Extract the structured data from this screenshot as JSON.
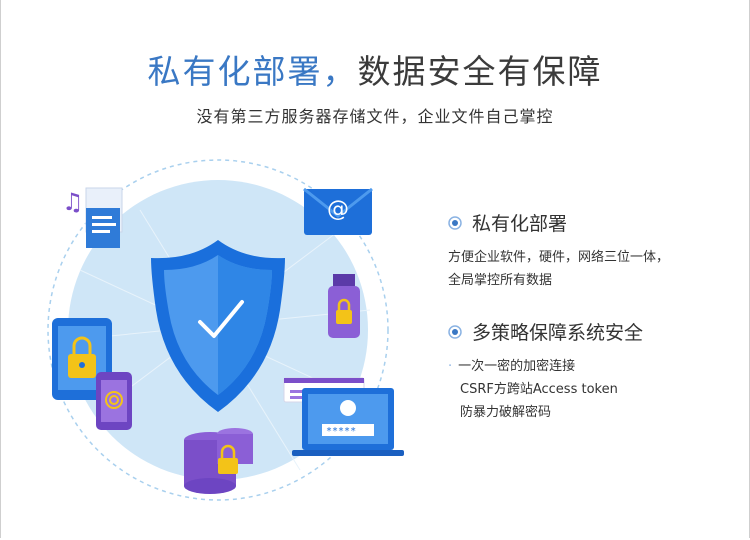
{
  "header": {
    "title_part1": "私有化部署，",
    "title_part2": "数据安全有保障",
    "subtitle": "没有第三方服务器存储文件，企业文件自己掌控"
  },
  "illustration": {
    "email_symbol": "@",
    "password_mask": "*****",
    "icons": [
      "music-file-icon",
      "email-icon",
      "shield-check-icon",
      "usb-lock-icon",
      "tablet-lock-icon",
      "phone-fingerprint-icon",
      "database-lock-icon",
      "laptop-login-icon"
    ]
  },
  "features": [
    {
      "title": "私有化部署",
      "lines": [
        "方便企业软件，硬件，网络三位一体，",
        "全局掌控所有数据"
      ]
    },
    {
      "title": "多策略保障系统安全",
      "lines": [
        "一次一密的加密连接",
        "CSRF方跨站Access token",
        "防暴力破解密码"
      ]
    }
  ],
  "colors": {
    "title_blue": "#3a78c4",
    "shield_blue": "#1a6fdc",
    "circle_blue": "#cfe6f7",
    "purple": "#7b4fc9"
  }
}
